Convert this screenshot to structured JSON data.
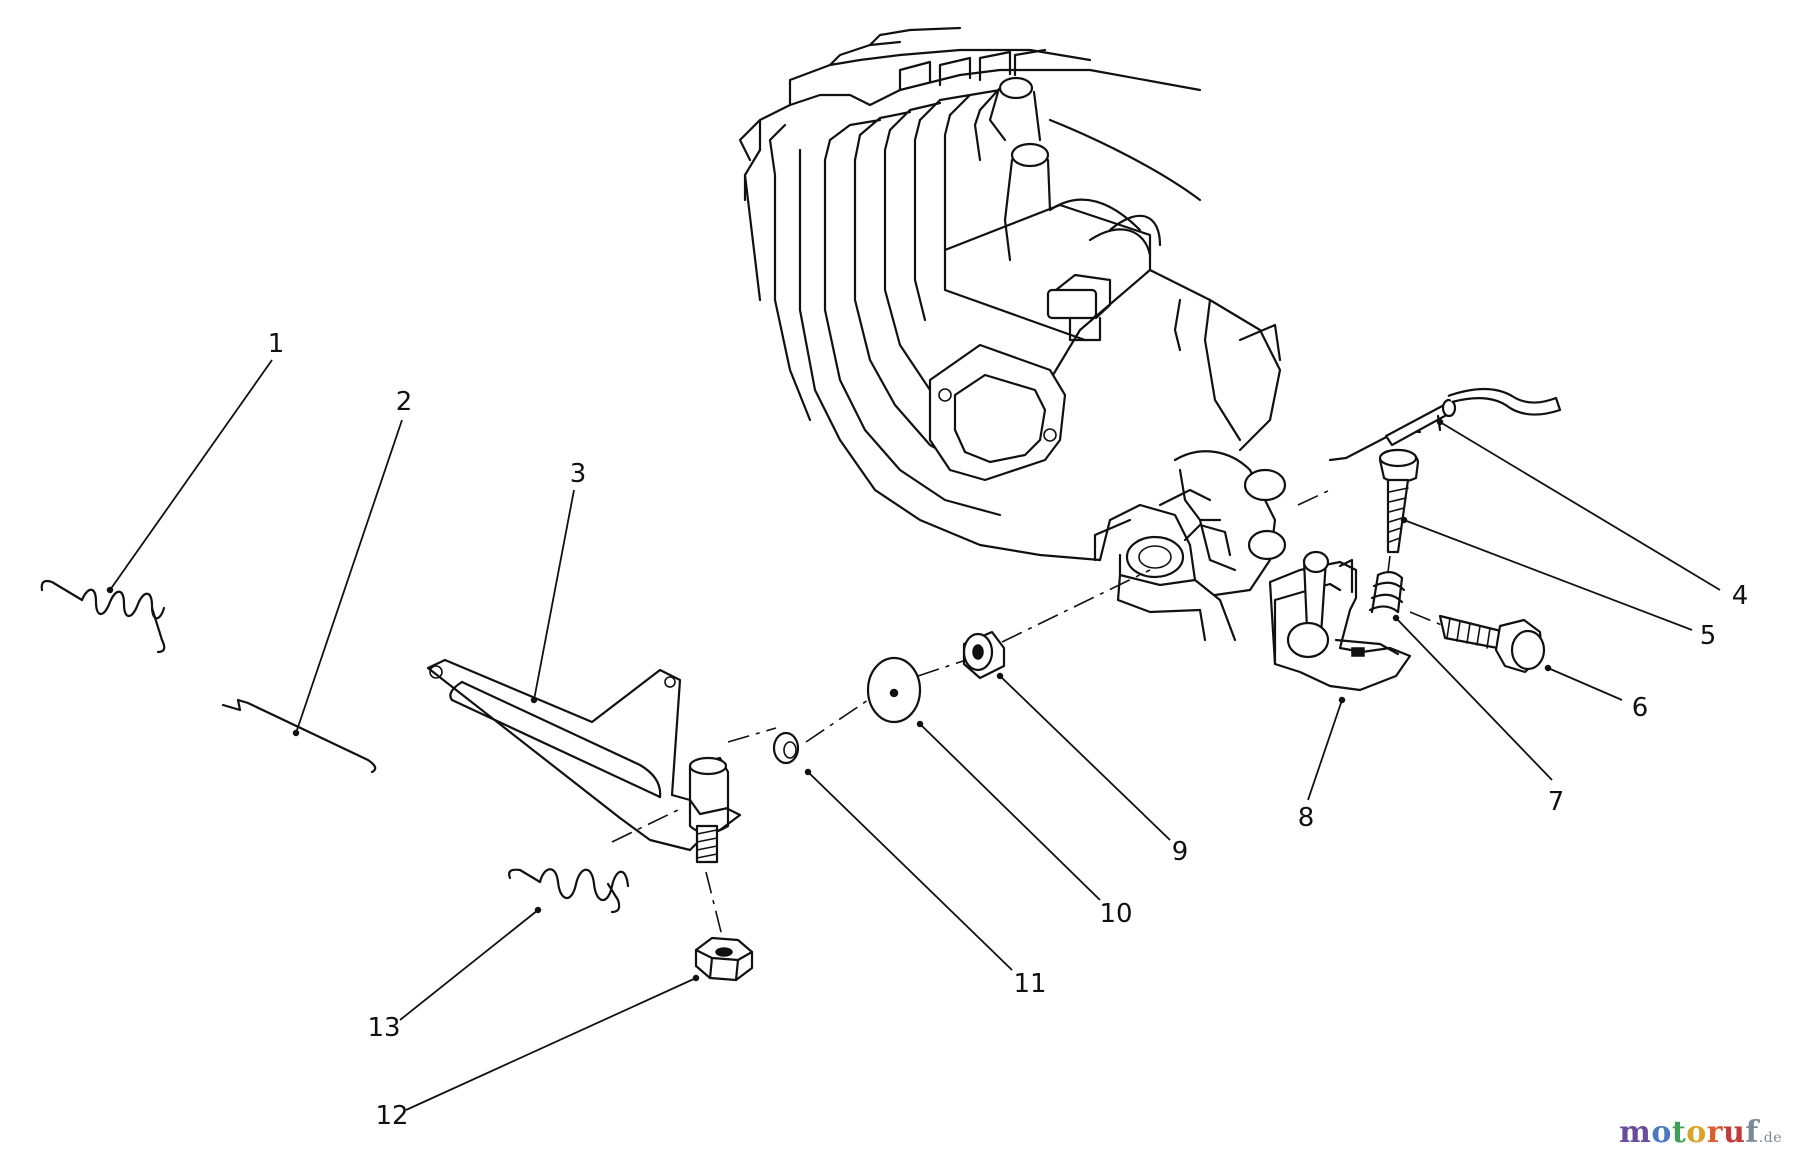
{
  "diagram": {
    "callouts": [
      "1",
      "2",
      "3",
      "4",
      "5",
      "6",
      "7",
      "8",
      "9",
      "10",
      "11",
      "12",
      "13"
    ]
  },
  "watermark": {
    "parts": [
      "m",
      "o",
      "t",
      "o",
      "r",
      "u",
      "f"
    ],
    "suffix": ".de"
  },
  "colors": {
    "ink": "#111111",
    "background": "#ffffff"
  }
}
